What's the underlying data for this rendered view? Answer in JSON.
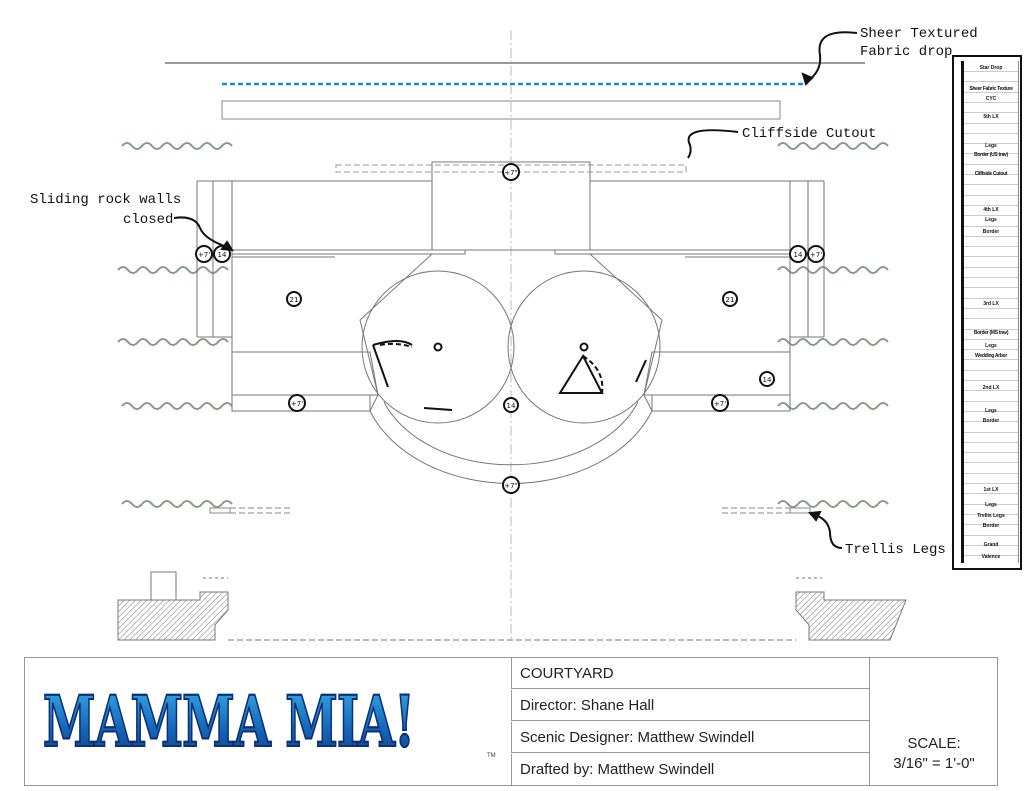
{
  "labels": {
    "sheer_1": "Sheer Textured",
    "sheer_2": "Fabric drop",
    "cliffside": "Cliffside Cutout",
    "sliding_1": "Sliding rock walls",
    "sliding_2": "closed",
    "trellis": "Trellis Legs"
  },
  "markers": {
    "top_center": "+7\"",
    "bottom_center": "+7\"",
    "left_outer": "+7'",
    "left_inner": "14",
    "right_inner": "14",
    "right_outer": "+7'",
    "left_platform": "21",
    "right_platform": "21",
    "left_lower": "+7'",
    "right_lower": "+7'",
    "center_lower": "14",
    "right_ramp": "14"
  },
  "lineset": [
    "Star Drop",
    "Sheer Fabric Texture",
    "CYC",
    "5th LX",
    "Legs",
    "Border (US trav)",
    "Cliffside Cutout",
    "4th LX",
    "Legs",
    "Border",
    "3rd LX",
    "Border (MS trav)",
    "Legs",
    "Wedding Arbor",
    "2nd LX",
    "Legs",
    "Border",
    "1st LX",
    "Legs",
    "Trellis Legs",
    "Border",
    "Grand",
    "Valence"
  ],
  "title_block": {
    "logo": "MAMMA MIA!",
    "tm": "TM",
    "scene": "COURTYARD",
    "director": "Director: Shane Hall",
    "designer": "Scenic Designer: Matthew Swindell",
    "drafter": "Drafted by: Matthew Swindell",
    "scale_label": "SCALE:",
    "scale_value": "3/16\" = 1'-0\""
  },
  "colors": {
    "sheer": "#1e88e5",
    "legs": "#8a9a8a"
  }
}
